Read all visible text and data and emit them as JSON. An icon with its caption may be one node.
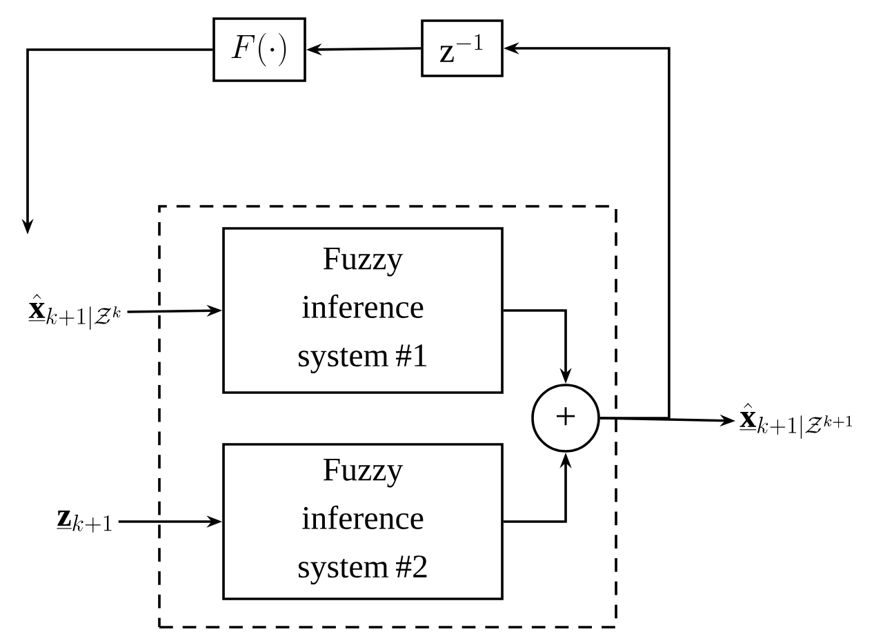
{
  "diagram": {
    "nodes": [
      {
        "text": [],
        "shape": "box"
      },
      {
        "text": [
          "Fuzzy inference system #1"
        ],
        "in": 0
      },
      {
        "text": [
          "Fuzzy inference system #2"
        ],
        "in": 0
      },
      {
        "text": [
          "+"
        ],
        "in": 0
      },
      {
        "text": [
          "\\hat{\\underline{\\mathbf{x}}}_{k+1|\\mathcal{Z}^{k}}"
        ]
      },
      {
        "text": [
          "\\underline{\\mathbf{z}}_{k+1}"
        ]
      },
      {
        "text": [
          "\\hat{\\underline{\\mathbf{x}}}_{k+1|\\mathcal{Z}^{k+1}}"
        ]
      },
      {
        "text": [
          "\\mathrm{z}^{-1}"
        ]
      },
      {
        "text": [
          "F(\\cdot)"
        ]
      }
    ],
    "edges": [
      {
        "from": 4,
        "to": 1,
        "arrow": "to"
      },
      {
        "from": 5,
        "to": 2,
        "arrow": "to"
      },
      {
        "from": 1,
        "to": 3,
        "arrow": "to"
      },
      {
        "from": 2,
        "to": 3,
        "arrow": "to"
      },
      {
        "from": 3,
        "to": 6,
        "arrow": "to"
      },
      {
        "from": 3,
        "to": 7,
        "arrow": "to"
      },
      {
        "from": 7,
        "to": 8,
        "arrow": "to"
      },
      {
        "from": 8,
        "to": 4,
        "arrow": "to"
      }
    ]
  }
}
